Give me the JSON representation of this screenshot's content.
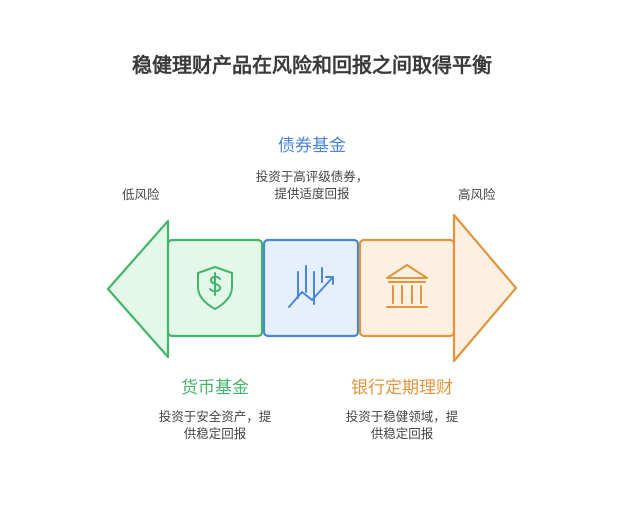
{
  "title": "稳健理财产品在风险和回报之间取得平衡",
  "risk_low": "低风险",
  "risk_high": "高风险",
  "products": [
    {
      "name": "债券基金",
      "desc_lines": [
        "投资于高评级债券，",
        "提供适度回报"
      ],
      "color": "#4a86d6",
      "fill": "#e6effc",
      "icon": "chart-trend-icon"
    },
    {
      "name": "货币基金",
      "desc_lines": [
        "投资于安全资产，提",
        "供稳定回报"
      ],
      "color": "#43b56b",
      "fill": "#e3f8e9",
      "icon": "shield-dollar-icon"
    },
    {
      "name": "银行定期理财",
      "desc_lines": [
        "投资于稳健领域，提",
        "供稳定回报"
      ],
      "color": "#e0953e",
      "fill": "#fdf0e0",
      "icon": "bank-icon"
    }
  ]
}
